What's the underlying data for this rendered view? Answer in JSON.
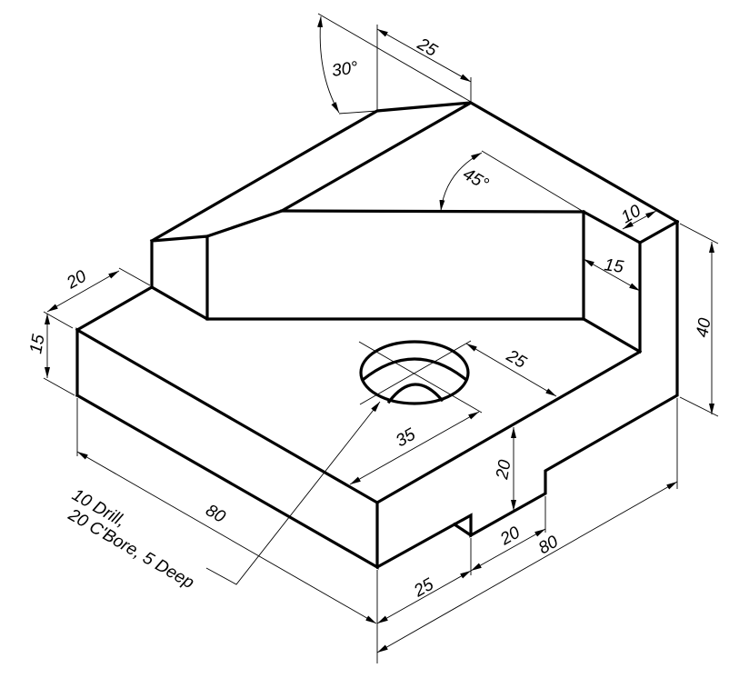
{
  "drawing": {
    "line_color": "#000000",
    "background": "#ffffff",
    "dimensions": {
      "top_length": "25",
      "top_angle": "30°",
      "rib_angle": "45°",
      "upright_thickness": "10",
      "rib_gap": "15",
      "overall_height": "40",
      "step_width": "20",
      "step_height": "15",
      "hole_offset": "25",
      "hole_distance": "35",
      "slot_depth": "20",
      "slot_width": "20",
      "overall_width": "80",
      "slot_offset": "25",
      "overall_depth": "80"
    },
    "note": {
      "line1": "10 Drill,",
      "line2": "20 C'Bore, 5 Deep"
    }
  }
}
